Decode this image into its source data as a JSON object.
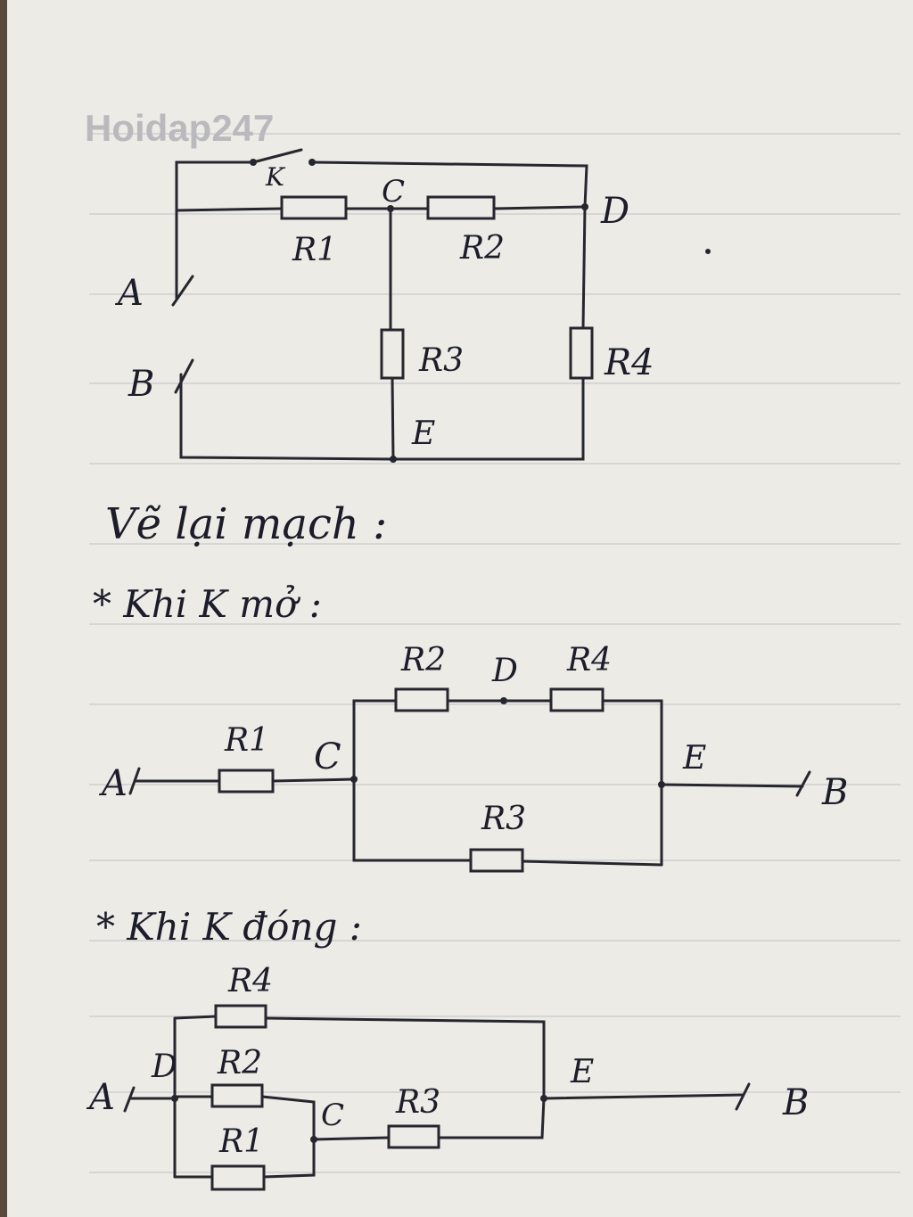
{
  "watermark": "Hoidap247",
  "colors": {
    "paper": "#ecebe6",
    "ink": "#1c1c2a",
    "rule": "#c9c9cc",
    "watermark": "#b9b9be"
  },
  "fig1": {
    "labels": {
      "k": "K",
      "c": "C",
      "d": "D",
      "a": "A",
      "b": "B",
      "e": "E",
      "r1": "R1",
      "r2": "R2",
      "r3": "R3",
      "r4": "R4"
    }
  },
  "heading": "Vẽ lại mạch :",
  "open_title": "* Khi K mở :",
  "fig2": {
    "labels": {
      "a": "A",
      "b": "B",
      "c": "C",
      "d": "D",
      "e": "E",
      "r1": "R1",
      "r2": "R2",
      "r3": "R3",
      "r4": "R4"
    }
  },
  "closed_title": "* Khi K đóng :",
  "fig3": {
    "labels": {
      "a": "A",
      "b": "B",
      "c": "C",
      "d": "D",
      "e": "E",
      "r1": "R1",
      "r2": "R2",
      "r3": "R3",
      "r4": "R4"
    }
  }
}
